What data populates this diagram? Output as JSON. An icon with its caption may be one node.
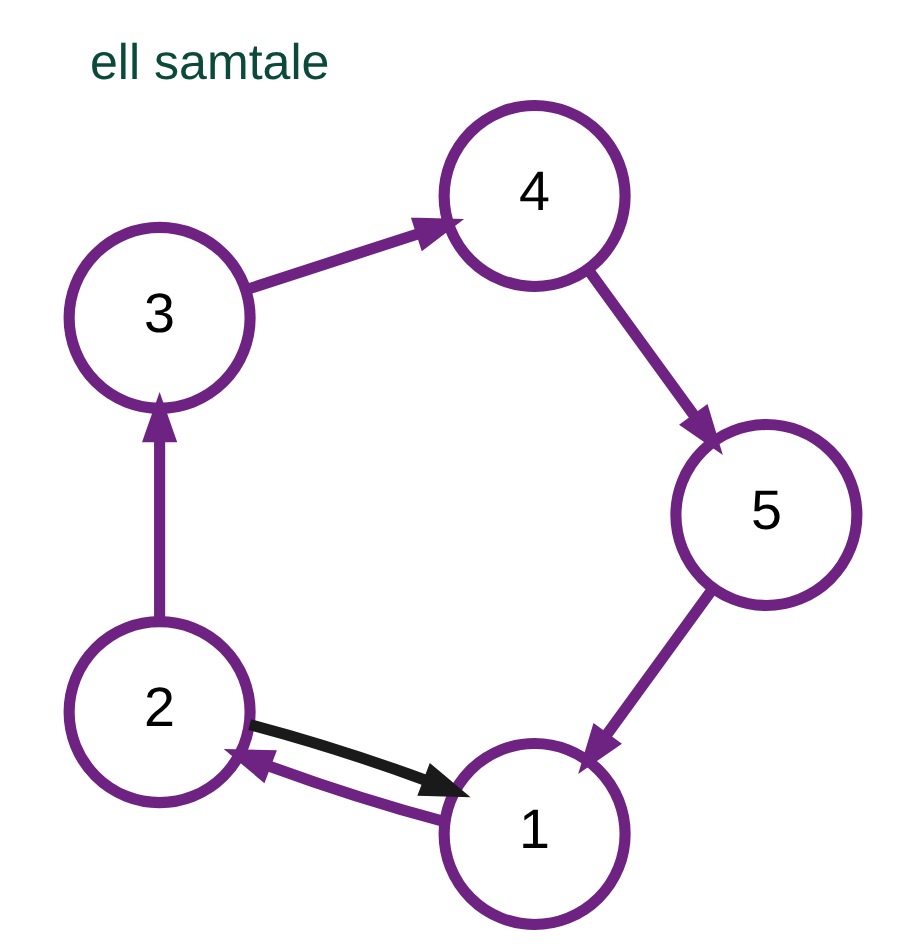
{
  "diagram": {
    "title": "ell samtale",
    "nodes": [
      {
        "text": [
          "1"
        ]
      },
      {
        "text": [
          "2"
        ]
      },
      {
        "text": [
          "3"
        ]
      },
      {
        "text": [
          "4"
        ]
      },
      {
        "text": [
          "5"
        ]
      }
    ],
    "edges": [
      {
        "from": 0,
        "to": 1,
        "arrow": "to"
      },
      {
        "from": 1,
        "to": 0,
        "arrow": "to",
        "color": "#1a1a1a"
      },
      {
        "from": 1,
        "to": 2,
        "arrow": "to"
      },
      {
        "from": 2,
        "to": 3,
        "arrow": "to"
      },
      {
        "from": 3,
        "to": 4,
        "arrow": "to"
      },
      {
        "from": 4,
        "to": 0,
        "arrow": "to"
      }
    ]
  }
}
